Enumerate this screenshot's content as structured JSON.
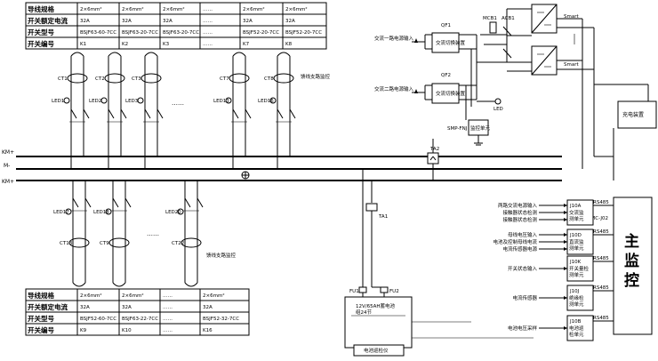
{
  "top_table": {
    "row_labels": [
      "导线规格",
      "开关额定电流",
      "开关型号",
      "开关编号"
    ],
    "columns": [
      {
        "spec": "2×6mm²",
        "current": "32A",
        "model": "BSJF63-60-7CC",
        "number": "K1"
      },
      {
        "spec": "2×6mm²",
        "current": "32A",
        "model": "BSJF63-20-7CC",
        "number": "K2"
      },
      {
        "spec": "2×6mm²",
        "current": "32A",
        "model": "BSJF63-20-7CC",
        "number": "K3"
      },
      {
        "spec": "……",
        "current": "……",
        "model": "……",
        "number": "……"
      },
      {
        "spec": "2×6mm²",
        "current": "32A",
        "model": "BSJF52-20-7CC",
        "number": "K7"
      },
      {
        "spec": "2×6mm²",
        "current": "32A",
        "model": "BSJF52-20-7CC",
        "number": "K8"
      }
    ]
  },
  "bottom_table": {
    "row_labels": [
      "导线规格",
      "开关额定电流",
      "开关型号",
      "开关编号"
    ],
    "columns": [
      {
        "spec": "2×6mm²",
        "current": "32A",
        "model": "BSJF52-60-7CC",
        "number": "K9"
      },
      {
        "spec": "2×6mm²",
        "current": "32A",
        "model": "BSJF63-22-7CC",
        "number": "K10"
      },
      {
        "spec": "……",
        "current": "……",
        "model": "……",
        "number": "……"
      },
      {
        "spec": "2×6mm²",
        "current": "32A",
        "model": "BSJF52-32-7CC",
        "number": "K16"
      }
    ]
  },
  "top_feeders": {
    "ct_labels": [
      "CT1",
      "CT2",
      "CT3",
      "CT7",
      "CT8"
    ],
    "led_labels": [
      "LED1",
      "LED2",
      "LED3",
      "LED13",
      "LED16"
    ],
    "group_label": "馈线支路监控"
  },
  "bottom_feeders": {
    "led_labels": [
      "LED17",
      "LED18",
      "LED20"
    ],
    "ct_labels": [
      "CT13",
      "CT9",
      "CT22"
    ],
    "group_label": "馈线支路监控"
  },
  "dots": "……",
  "bus_labels": [
    "KM+",
    "M-",
    "KM+"
  ],
  "ac_section": {
    "ac1_label": "交流一路电源输入",
    "ac2_label": "交流二路电源输入",
    "switch_box": "交流切换装置",
    "qf1": "QF1",
    "qf2": "QF2",
    "mcb1": "MCB1",
    "acb1": "ACB1",
    "led_label": "LED",
    "monitor_label": "SMP-FNJ",
    "monitor_box": "监控单元",
    "module_label_top": "Smart",
    "module_label_bottom": "Smart",
    "charger": "充电装置"
  },
  "ta": {
    "upper": "TA2",
    "lower": "TA1"
  },
  "battery": {
    "fu_left": "FU1",
    "fu_right": "FU2",
    "pack_label": "12V/65AH蓄电池\n组24节",
    "inspector": "电池巡检仪"
  },
  "main_control": {
    "title": "主监控",
    "model": "SMC-J02",
    "units": [
      {
        "name": "J10A",
        "desc": "交流监测单元",
        "bus": "RS485",
        "inputs": [
          "两路交流电源输入",
          "接触器状态检测",
          "接触器状态检测"
        ]
      },
      {
        "name": "J10D",
        "desc": "直流监测单元",
        "bus": "RS485",
        "inputs": [
          "母线电压输入",
          "电池及控制母线电流",
          "电流传感器电源"
        ]
      },
      {
        "name": "J10K",
        "desc": "开关量检测单元",
        "bus": "RS485",
        "inputs": [
          "开关状态输入"
        ]
      },
      {
        "name": "J10J",
        "desc": "绝缘检测单元",
        "bus": "RS485",
        "inputs": [
          "电流传感器"
        ]
      },
      {
        "name": "J10B",
        "desc": "电池巡检单元",
        "bus": "RS485",
        "inputs": [
          "电池电压采样"
        ]
      }
    ]
  }
}
